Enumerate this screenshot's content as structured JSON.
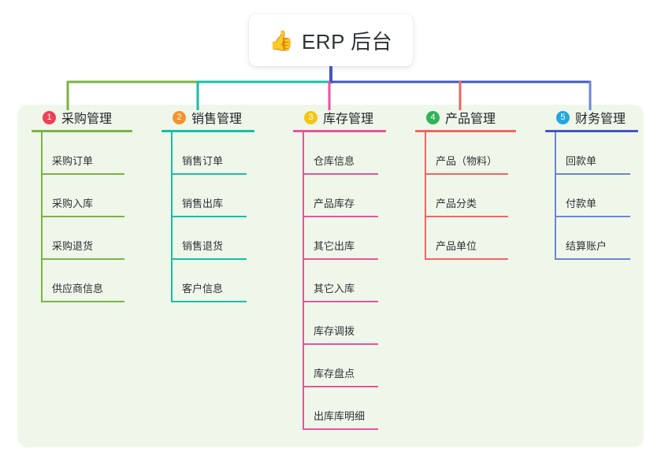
{
  "title": {
    "icon": "thumbs-up-icon",
    "emoji": "👍",
    "text": "ERP 后台"
  },
  "colors": {
    "panel_bg": "#eff7ea",
    "page_bg": "#ffffff",
    "trunk": "#4257c4",
    "green": "#7cb342",
    "teal": "#16bfa6",
    "pink": "#e8539e",
    "red": "#f4645f",
    "blue": "#6b86d6",
    "badge_1": "#ef4056",
    "badge_2": "#f5922f",
    "badge_3": "#f5c518",
    "badge_4": "#2fb457",
    "badge_5": "#22a7e0"
  },
  "columns": [
    {
      "index": "1",
      "badge_color": "#ef4056",
      "line_color": "#7cb342",
      "underline_color": "#7cb342",
      "title": "采购管理",
      "items": [
        "采购订单",
        "采购入库",
        "采购退货",
        "供应商信息"
      ]
    },
    {
      "index": "2",
      "badge_color": "#f5922f",
      "line_color": "#16bfa6",
      "underline_color": "#16bfa6",
      "title": "销售管理",
      "items": [
        "销售订单",
        "销售出库",
        "销售退货",
        "客户信息"
      ]
    },
    {
      "index": "3",
      "badge_color": "#f5c518",
      "line_color": "#e8539e",
      "underline_color": "#e8539e",
      "title": "库存管理",
      "items": [
        "仓库信息",
        "产品库存",
        "其它出库",
        "其它入库",
        "库存调拨",
        "库存盘点",
        "出库库明细"
      ]
    },
    {
      "index": "4",
      "badge_color": "#2fb457",
      "line_color": "#f4645f",
      "underline_color": "#f4645f",
      "title": "产品管理",
      "items": [
        "产品（物料）",
        "产品分类",
        "产品单位"
      ]
    },
    {
      "index": "5",
      "badge_color": "#22a7e0",
      "line_color": "#6b86d6",
      "underline_color": "#4257c4",
      "title": "财务管理",
      "items": [
        "回款单",
        "付款单",
        "结算账户"
      ]
    }
  ]
}
